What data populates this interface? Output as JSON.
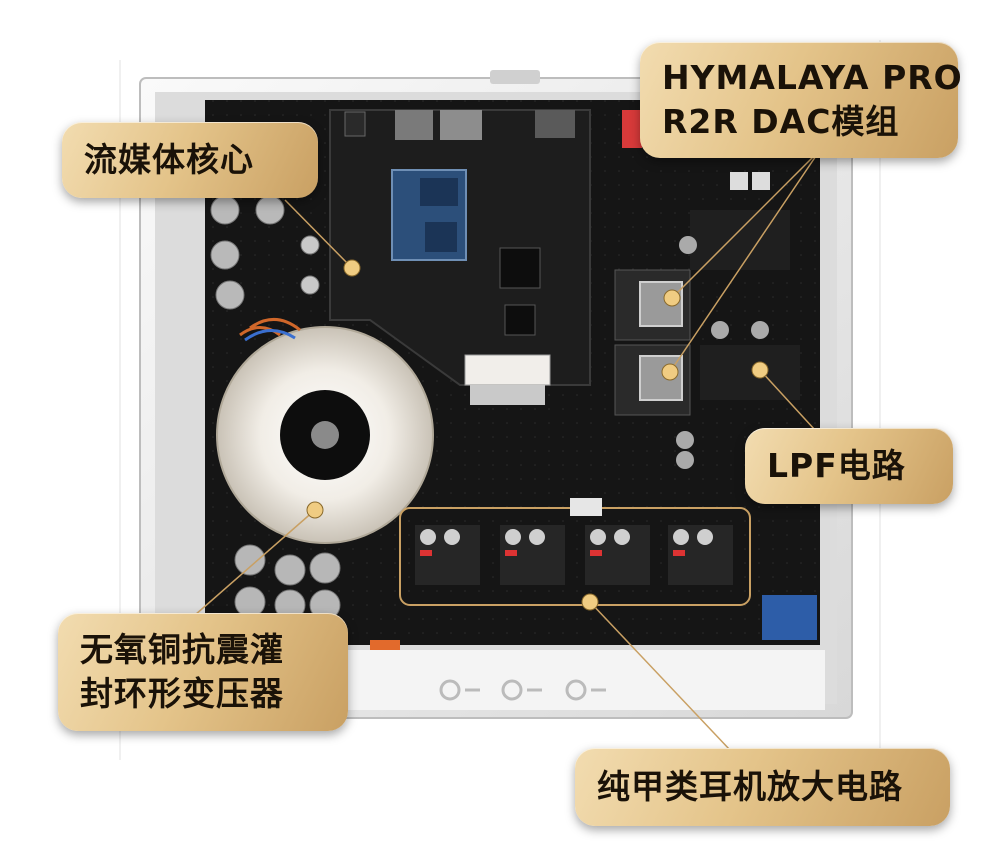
{
  "labels": {
    "streaming_core": "流媒体核心",
    "dac_module_line1": "HYMALAYA PRO",
    "dac_module_line2": "R2R DAC模组",
    "lpf_circuit": "LPF电路",
    "transformer_line1": "无氧铜抗震灌",
    "transformer_line2": "封环形变压器",
    "headphone_amp": "纯甲类耳机放大电路"
  },
  "colors": {
    "callout_gold": "#e4c48a",
    "callout_text": "#1a1208",
    "pcb": "#141414",
    "chassis": "#e9e9e9",
    "leader_line": "#c9a063"
  }
}
